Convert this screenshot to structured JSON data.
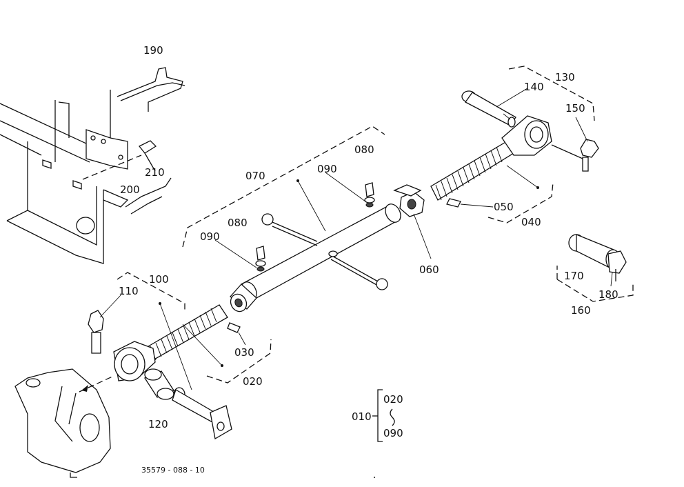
{
  "labels": {
    "l190": "190",
    "l200": "200",
    "l210": "210",
    "l070": "070",
    "l080a": "080",
    "l090a": "090",
    "l080b": "080",
    "l090b": "090",
    "l130": "130",
    "l140": "140",
    "l150": "150",
    "l050": "050",
    "l040": "040",
    "l060": "060",
    "l170": "170",
    "l180": "180",
    "l160": "160",
    "l100": "100",
    "l110": "110",
    "l030": "030",
    "l020": "020",
    "l120": "120",
    "l010": "010",
    "l020b": "020",
    "l090c": "090",
    "drawing_no": "35579 - 088 - 10"
  }
}
